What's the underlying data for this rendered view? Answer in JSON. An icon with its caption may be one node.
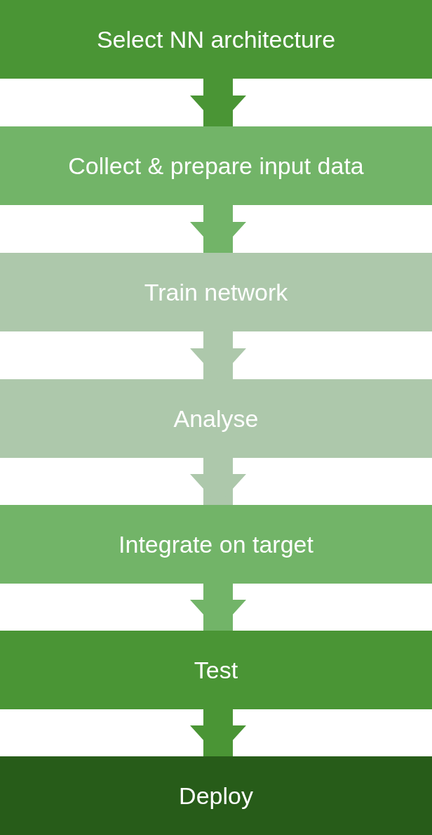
{
  "diagram": {
    "nodes": [
      {
        "text": [
          "Select NN architecture"
        ]
      },
      {
        "text": [
          "Collect & prepare input data"
        ]
      },
      {
        "text": [
          "Train network"
        ]
      },
      {
        "text": [
          "Analyse"
        ]
      },
      {
        "text": [
          "Integrate on target"
        ]
      },
      {
        "text": [
          "Test"
        ]
      },
      {
        "text": [
          "Deploy"
        ]
      }
    ],
    "edges": [
      {
        "from": 0,
        "to": 1,
        "arrow": "to",
        "color": "#4a9535"
      },
      {
        "from": 1,
        "to": 2,
        "arrow": "to",
        "color": "#72b468"
      },
      {
        "from": 2,
        "to": 3,
        "arrow": "to",
        "color": "#adc8ab"
      },
      {
        "from": 3,
        "to": 4,
        "arrow": "to",
        "color": "#adc8ab"
      },
      {
        "from": 4,
        "to": 5,
        "arrow": "to",
        "color": "#72b468"
      },
      {
        "from": 5,
        "to": 6,
        "arrow": "to",
        "color": "#4a9535"
      }
    ]
  }
}
